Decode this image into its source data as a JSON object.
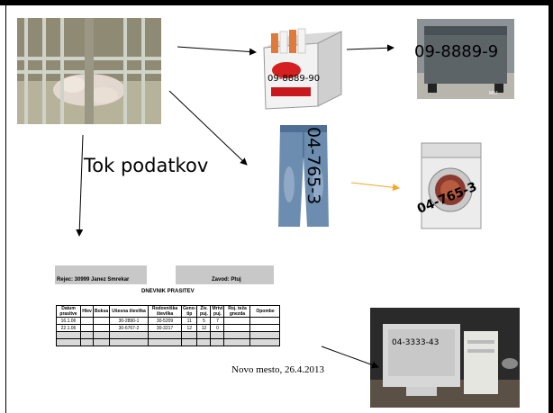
{
  "diagram": {
    "title": "Tok podatkov",
    "labels": {
      "cigarettes": "09-8889-90",
      "container": "09-8889-9",
      "jeans": "04-765-3",
      "washer": "04-765-3",
      "computer": "04-3333-43"
    },
    "footer": "Novo mesto, 26.4.2013"
  },
  "report": {
    "farm_label": "Rejec: 30999  Janez Smrekar",
    "institute_label": "Zavod: Ptuj",
    "title": "DNEVNIK PRASITEV",
    "headers": [
      "Datum prasitve",
      "Hlev",
      "Boksa",
      "Ušesna številka",
      "Rodovniška številka",
      "Geno-tip",
      "Živ. puj.",
      "Mrtvi puj.",
      "Roj. teža gnezda",
      "Opombe"
    ],
    "rows": [
      [
        "16.1.06",
        "",
        "",
        "30-2890-1",
        "30-5209",
        "11",
        "5",
        "7",
        "",
        ""
      ],
      [
        "22.1.06",
        "",
        "",
        "30-6767-2",
        "30-3217",
        "12",
        "12",
        "0",
        "",
        ""
      ],
      [
        "",
        "",
        "",
        "",
        "",
        "",
        "",
        "",
        "",
        ""
      ],
      [
        "",
        "",
        "",
        "",
        "",
        "",
        "",
        "",
        "",
        ""
      ]
    ]
  },
  "colors": {
    "orange_arrow": "#f5a623",
    "gray_box": "#c8c8c8"
  }
}
